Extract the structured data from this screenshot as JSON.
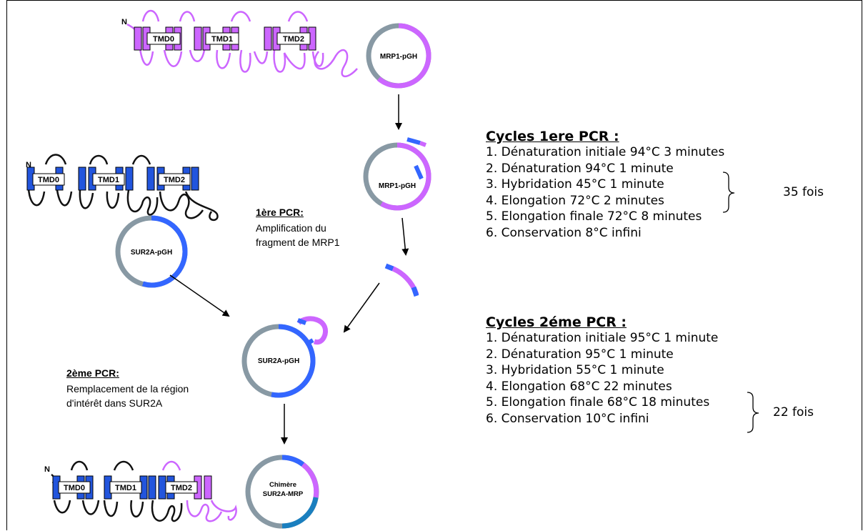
{
  "colors": {
    "mrp1": "#cc66ff",
    "sur2a": "#3366ff",
    "backbone": "#8899a4",
    "chimera_teal": "#1a7fbf",
    "loop_mrp": "#cc66ff",
    "loop_sur": "#111111",
    "helix_mrp": "#cc66ff",
    "helix_sur": "#2255dd"
  },
  "terminus_label": "N",
  "domains": [
    "TMD0",
    "TMD1",
    "TMD2"
  ],
  "plasmids": {
    "mrp1": "MRP1-pGH",
    "sur2a": "SUR2A-pGH",
    "chimera_line1": "Chimère",
    "chimera_line2": "SUR2A-MRP"
  },
  "pcr1": {
    "title": "1ère PCR:",
    "desc_line1": "Amplification du",
    "desc_line2": "fragment de MRP1"
  },
  "pcr2": {
    "title": "2ème PCR:",
    "desc_line1": "Remplacement de la région",
    "desc_line2": "d'intérêt dans SUR2A"
  },
  "cycles1": {
    "title": "Cycles 1ere PCR :",
    "lines": [
      "1. Dénaturation initiale 94°C  3 minutes",
      "2. Dénaturation      94°C  1 minute",
      "3. Hybridation 45°C  1 minute",
      "4. Elongation    72°C  2 minutes",
      "5. Elongation finale  72°C   8 minutes",
      "6. Conservation   8°C   infini"
    ],
    "repeat": "35 fois"
  },
  "cycles2": {
    "title": "Cycles 2éme PCR :",
    "lines": [
      "1. Dénaturation initiale 95°C  1 minute",
      "2. Dénaturation      95°C  1 minute",
      "3. Hybridation 55°C  1 minute",
      "4. Elongation     68°C  22 minutes",
      "5. Elongation finale  68°C   18 minutes",
      "6. Conservation   10°C   infini"
    ],
    "repeat": "22 fois"
  }
}
